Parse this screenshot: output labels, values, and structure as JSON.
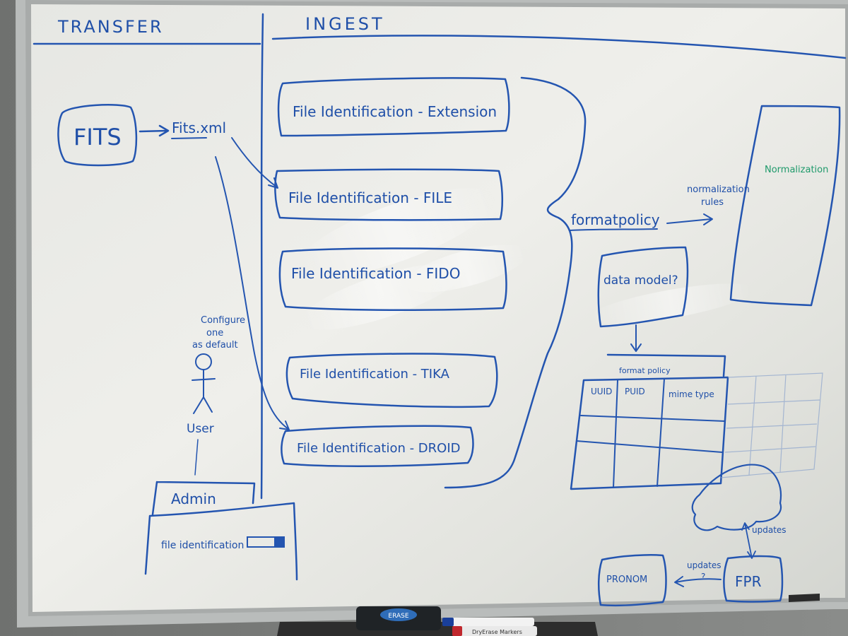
{
  "whiteboard": {
    "sections": {
      "transfer": "TRANSFER",
      "ingest": "INGEST"
    },
    "transfer": {
      "fits_box": "FITS",
      "fits_output": "Fits.xml",
      "user_note": [
        "Configure",
        "one",
        "as default"
      ],
      "user_label": "User",
      "admin": {
        "title": "Admin",
        "field_label": "file identification"
      }
    },
    "ingest": {
      "tools": [
        "File Identification - Extension",
        "File Identification - FILE",
        "File Identification - FIDO",
        "File Identification - TIKA",
        "File Identification - DROID"
      ],
      "format_policy": "formatpolicy",
      "normalization_rules": [
        "normalization",
        "rules"
      ],
      "normalization_box": "Normalization",
      "data_model": "data model?",
      "table": {
        "caption": "format policy",
        "headers": [
          "UUID",
          "PUID",
          "mime type"
        ]
      },
      "updates_label": "updates",
      "updates_question": [
        "updates",
        "?"
      ],
      "fpr": "FPR",
      "pronom": "PRONOM"
    },
    "tray": {
      "eraser_brand": "ERASE",
      "marker_label": "DryErase Markers"
    }
  }
}
